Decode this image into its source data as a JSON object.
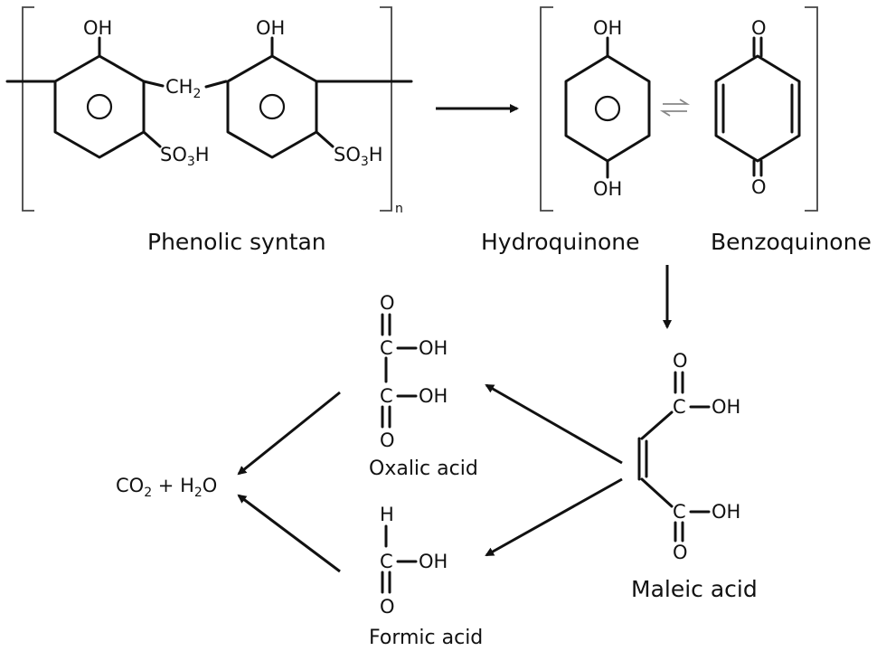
{
  "phenolic": {
    "oh": "OH",
    "ch2_c": "CH",
    "ch2_sub": "2",
    "so3h_so": "SO",
    "so3h_sub": "3",
    "so3h_h": "H",
    "n": "n",
    "name": "Phenolic syntan"
  },
  "hydroquinone": {
    "oh": "OH",
    "name": "Hydroquinone"
  },
  "benzoquinone": {
    "o": "O",
    "name": "Benzoquinone"
  },
  "oxalic": {
    "o": "O",
    "c": "C",
    "oh": "OH",
    "name": "Oxalic acid"
  },
  "formic": {
    "h": "H",
    "c": "C",
    "oh": "OH",
    "o": "O",
    "name": "Formic acid"
  },
  "maleic": {
    "o": "O",
    "c": "C",
    "oh": "OH",
    "name": "Maleic acid"
  },
  "products": {
    "co": "CO",
    "co_sub": "2",
    "plus_h": " + H",
    "h_sub": "2",
    "o": "O"
  }
}
